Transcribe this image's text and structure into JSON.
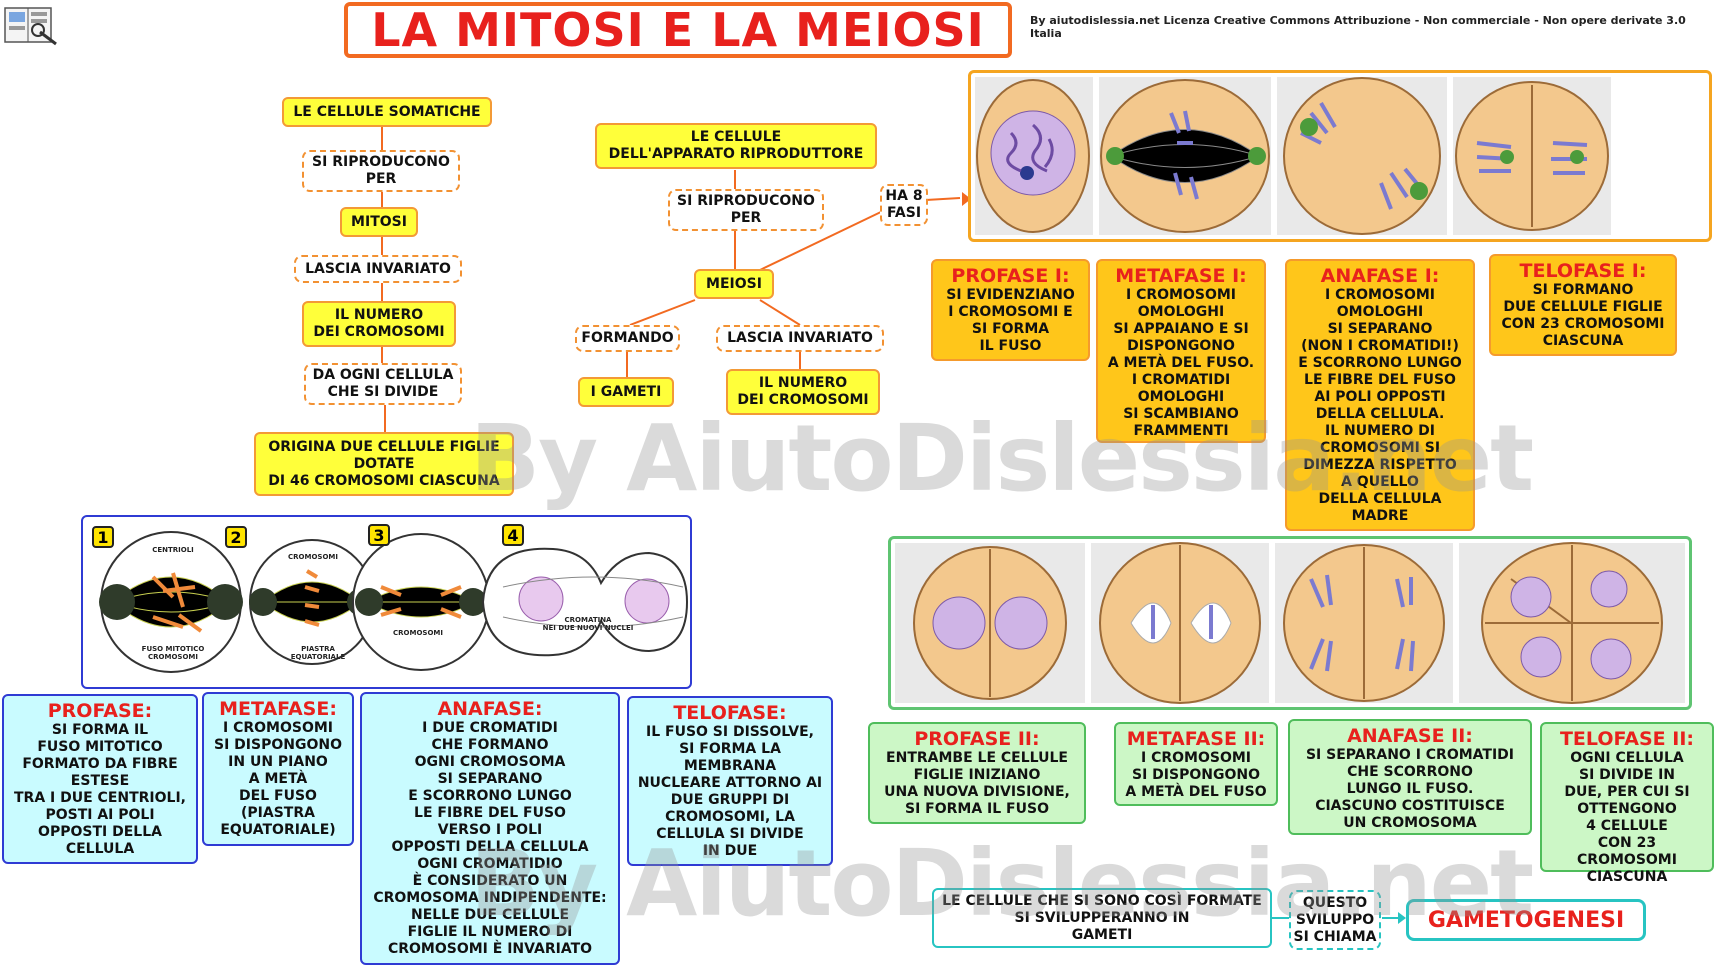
{
  "header": {
    "title": "LA MITOSI E LA MEIOSI",
    "credit": "By aiutodislessia.net Licenza Creative Commons Attribuzione - Non commerciale - Non opere derivate 3.0 Italia",
    "logo_icon": "book-icon"
  },
  "watermark": "By AiutoDislessia.net",
  "mitosis_map": {
    "somatic_cells": "LE CELLULE SOMATICHE",
    "reproduce": "SI RIPRODUCONO\nPER",
    "mitosi": "MITOSI",
    "keeps": "LASCIA INVARIATO",
    "chrom_number": "IL NUMERO\nDEI CROMOSOMI",
    "from_each": "DA OGNI CELLULA\nCHE SI DIVIDE",
    "origin": "ORIGINA DUE CELLULE FIGLIE\nDOTATE\nDI 46 CROMOSOMI CIASCUNA"
  },
  "meiosis_map": {
    "repro_cells": "LE CELLULE\nDELL'APPARATO RIPRODUTTORE",
    "reproduce": "SI RIPRODUCONO\nPER",
    "meiosi": "MEIOSI",
    "phases": "HA 8\nFASI",
    "forming": "FORMANDO",
    "keeps": "LASCIA INVARIATO",
    "gametes": "I GAMETI",
    "chrom_number": "IL NUMERO\nDEI CROMOSOMI"
  },
  "mitosis_diagram": {
    "numbers": [
      "1",
      "2",
      "3",
      "4"
    ],
    "labels": {
      "centrioli": "CENTRIOLI",
      "fuso": "FUSO MITOTICO\nCROMOSOMI",
      "cromosomi_top": "CROMOSOMI",
      "piastra": "PIASTRA\nEQUATORIALE",
      "cromosomi_mid": "CROMOSOMI",
      "cromatina": "CROMATINA\nNEI DUE NUOVI NUCLEI"
    }
  },
  "mitosis_phases": [
    {
      "title": "PROFASE:",
      "text": "SI FORMA IL\nFUSO MITOTICO\nFORMATO DA FIBRE\nESTESE\nTRA I DUE CENTRIOLI,\nPOSTI AI POLI\nOPPOSTI DELLA\nCELLULA"
    },
    {
      "title": "METAFASE:",
      "text": "I CROMOSOMI\nSI DISPONGONO\nIN UN PIANO\nA METÀ\nDEL FUSO\n(PIASTRA\nEQUATORIALE)"
    },
    {
      "title": "ANAFASE:",
      "text": "I DUE CROMATIDI\nCHE FORMANO\nOGNI CROMOSOMA\nSI SEPARANO\nE SCORRONO LUNGO\nLE FIBRE DEL FUSO\nVERSO I POLI\nOPPOSTI DELLA CELLULA\nOGNI CROMATIDIO\nÈ CONSIDERATO UN\nCROMOSOMA INDIPENDENTE:\nNELLE DUE CELLULE\nFIGLIE IL NUMERO DI\nCROMOSOMI È INVARIATO"
    },
    {
      "title": "TELOFASE:",
      "text": "IL FUSO SI DISSOLVE,\nSI FORMA LA\nMEMBRANA\nNUCLEARE ATTORNO AI\nDUE GRUPPI DI\nCROMOSOMI, LA\nCELLULA SI DIVIDE\nIN DUE"
    }
  ],
  "meiosis1_phases": [
    {
      "title": "PROFASE I:",
      "text": "SI EVIDENZIANO\nI CROMOSOMI E\nSI FORMA\nIL FUSO"
    },
    {
      "title": "METAFASE I:",
      "text": "I CROMOSOMI\nOMOLOGHI\nSI APPAIANO E SI\nDISPONGONO\nA METÀ DEL FUSO.\nI CROMATIDI\nOMOLOGHI\nSI SCAMBIANO\nFRAMMENTI"
    },
    {
      "title": "ANAFASE I:",
      "text": "I CROMOSOMI\nOMOLOGHI\nSI SEPARANO\n(NON I CROMATIDI!)\nE SCORRONO LUNGO\nLE FIBRE DEL FUSO\nAI POLI OPPOSTI\nDELLA CELLULA.\nIL NUMERO DI\nCROMOSOMI SI\nDIMEZZA RISPETTO\nA QUELLO\nDELLA CELLULA\nMADRE"
    },
    {
      "title": "TELOFASE I:",
      "text": "SI FORMANO\nDUE CELLULE FIGLIE\nCON 23 CROMOSOMI\nCIASCUNA"
    }
  ],
  "meiosis2_phases": [
    {
      "title": "PROFASE II:",
      "text": "ENTRAMBE LE CELLULE\nFIGLIE INIZIANO\nUNA NUOVA DIVISIONE,\nSI FORMA IL FUSO"
    },
    {
      "title": "METAFASE II:",
      "text": "I CROMOSOMI\nSI DISPONGONO\nA METÀ DEL FUSO"
    },
    {
      "title": "ANAFASE II:",
      "text": "SI SEPARANO I CROMATIDI\nCHE SCORRONO\nLUNGO IL FUSO.\nCIASCUNO COSTITUISCE\nUN CROMOSOMA"
    },
    {
      "title": "TELOFASE II:",
      "text": "OGNI CELLULA\nSI DIVIDE IN\nDUE, PER CUI SI\nOTTENGONO\n4 CELLULE\nCON 23 CROMOSOMI\nCIASCUNA"
    }
  ],
  "gametogenesis": {
    "cells_text": "LE CELLULE CHE SI SONO COSÌ FORMATE\nSI SVILUPPERANNO IN\nGAMETI",
    "called": "QUESTO\nSVILUPPO\nSI CHIAMA",
    "name": "GAMETOGENESI"
  }
}
